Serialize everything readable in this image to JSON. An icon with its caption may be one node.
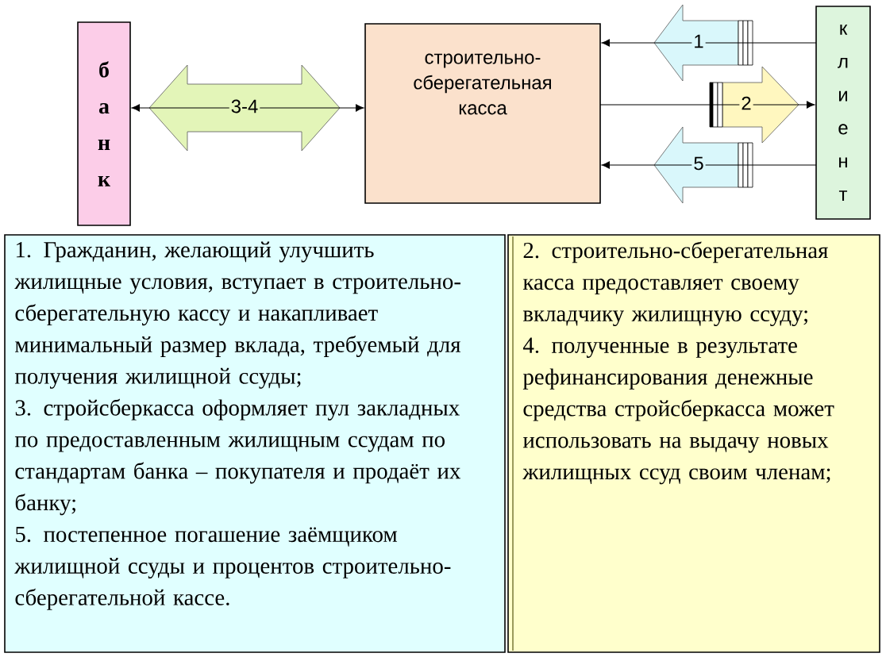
{
  "diagram": {
    "nodes": [
      {
        "text": [
          "банк"
        ]
      },
      {
        "text": [
          "строительно-сберегательная касса"
        ]
      },
      {
        "text": [
          "клиент"
        ]
      },
      {
        "text": [
          "1. Гражданин, желающий улучшить жилищные условия, вступает в строительно-сберегательную кассу и накапливает минимальный размер вклада, требуемый для получения жилищной ссуды;",
          "3. стройсберкасса оформляет пул закладных по предоставленным жилищным ссудам по стандартам банка – покупателя и продаёт их банку;",
          "5. постепенное погашение заёмщиком жилищной ссуды и процентов строительно-сберегательной кассе."
        ]
      },
      {
        "text": [
          "2. строительно-сберегательная касса предоставляет своему вкладчику жилищную ссуду;",
          "4. полученные в результате рефинансирования денежные средства стройсберкасса может использовать на выдачу новых жилищных ссуд своим членам;"
        ]
      }
    ],
    "edges": [
      {
        "from": 0,
        "to": 1,
        "arrow": "both",
        "label": "3-4"
      },
      {
        "from": 2,
        "to": 1,
        "arrow": "to",
        "label": "1"
      },
      {
        "from": 1,
        "to": 2,
        "arrow": "to",
        "label": "2"
      },
      {
        "from": 2,
        "to": 1,
        "arrow": "to",
        "label": "5"
      }
    ]
  }
}
